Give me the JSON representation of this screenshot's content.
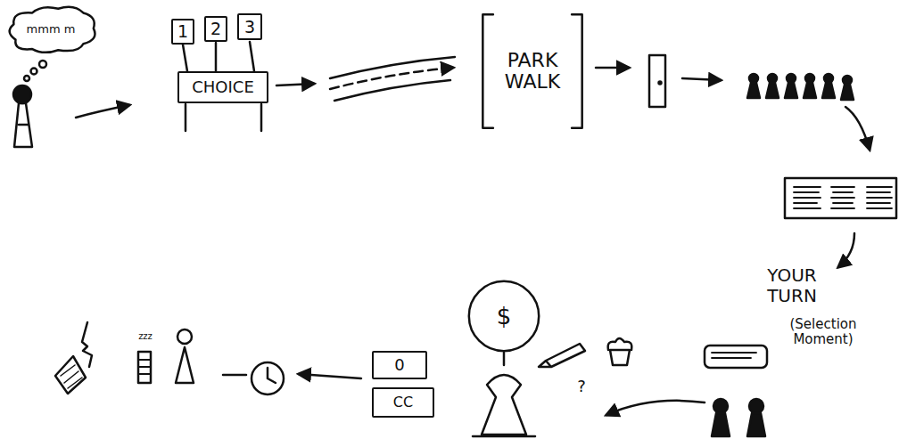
{
  "diagram": {
    "nodes": [
      {
        "text": [
          "mmm m"
        ]
      },
      {
        "text": [
          "1"
        ]
      },
      {
        "text": [
          "2"
        ]
      },
      {
        "text": [
          "3"
        ]
      },
      {
        "text": [
          "CHOICE"
        ]
      },
      {
        "text": [
          "PARK WALK"
        ]
      },
      {
        "text": [
          "$"
        ]
      },
      {
        "text": [
          "0"
        ]
      },
      {
        "text": [
          "CC"
        ]
      }
    ],
    "labels": [
      "YOUR TURN",
      "(Selection Moment)",
      "?",
      "zzz"
    ]
  }
}
